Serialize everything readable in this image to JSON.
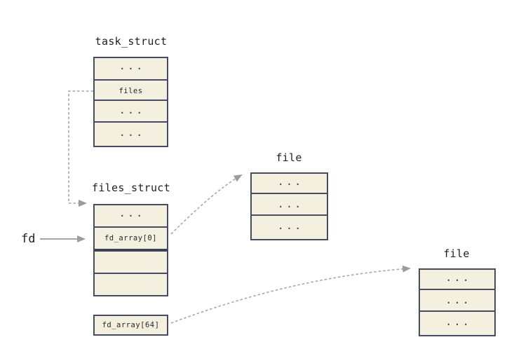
{
  "diagram": {
    "nodes": {
      "task_struct": {
        "title": "task_struct",
        "rows": [
          "...",
          "files",
          "...",
          "..."
        ]
      },
      "files_struct": {
        "title": "files_struct",
        "rows": [
          "...",
          "fd_array[0]",
          "",
          ""
        ]
      },
      "file_top": {
        "title": "file",
        "rows": [
          "...",
          "...",
          "..."
        ]
      },
      "file_bottom": {
        "title": "file",
        "rows": [
          "...",
          "...",
          "..."
        ]
      },
      "fd_array_64": {
        "label": "fd_array[64]"
      }
    },
    "pointers": {
      "fd_label": "fd"
    },
    "colors": {
      "box_fill": "#f4f0e0",
      "box_border": "#464b61",
      "arrow_gray": "#a6a6a6",
      "text": "#26272b"
    }
  }
}
